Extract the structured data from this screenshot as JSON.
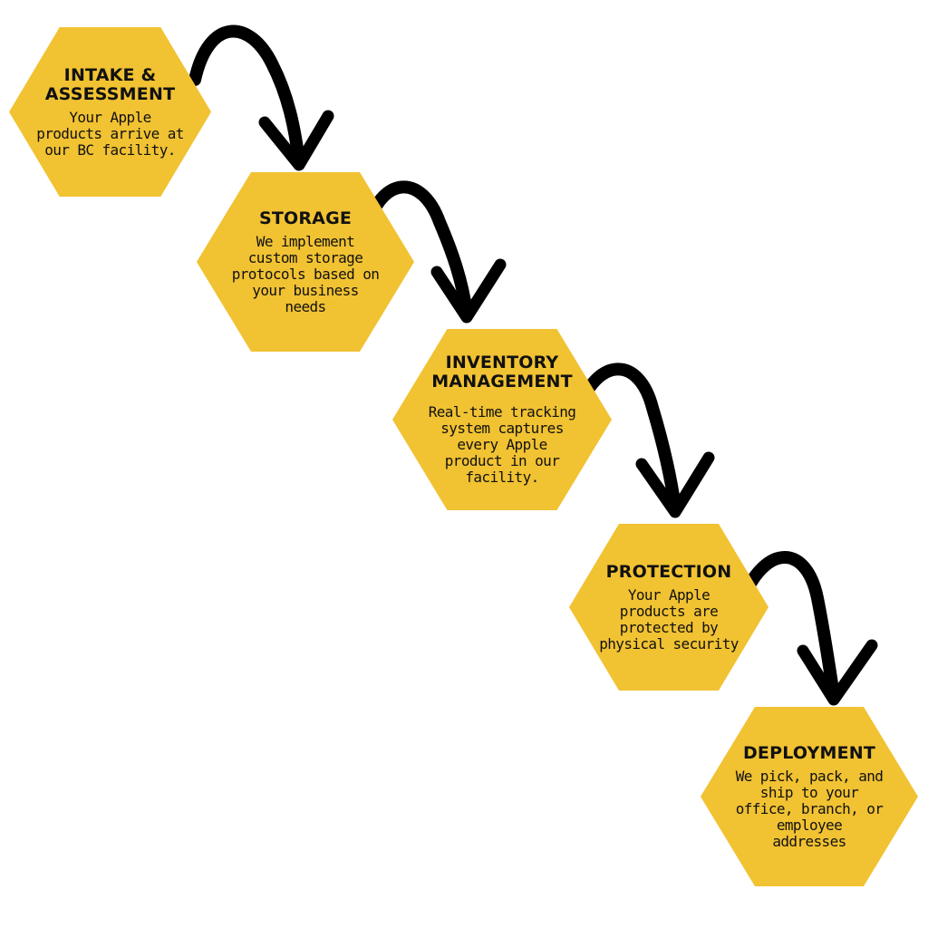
{
  "colors": {
    "hex_fill": "#F1C232",
    "arrow": "#000000",
    "text": "#111111"
  },
  "steps": [
    {
      "title": [
        "INTAKE &",
        "ASSESSMENT"
      ],
      "body": [
        "Your Apple",
        "products arrive at",
        "our BC facility."
      ]
    },
    {
      "title": [
        "STORAGE"
      ],
      "body": [
        "We implement",
        "custom storage",
        "protocols based on",
        "your business",
        "needs"
      ]
    },
    {
      "title": [
        "INVENTORY",
        "MANAGEMENT"
      ],
      "body": [
        "Real-time tracking",
        "system captures",
        "every Apple",
        "product in our",
        "facility."
      ]
    },
    {
      "title": [
        "PROTECTION"
      ],
      "body": [
        "Your Apple",
        "products are",
        "protected by",
        "physical security"
      ]
    },
    {
      "title": [
        "DEPLOYMENT"
      ],
      "body": [
        "We pick, pack, and",
        "ship to your",
        "office, branch, or",
        "employee",
        "addresses"
      ]
    }
  ]
}
